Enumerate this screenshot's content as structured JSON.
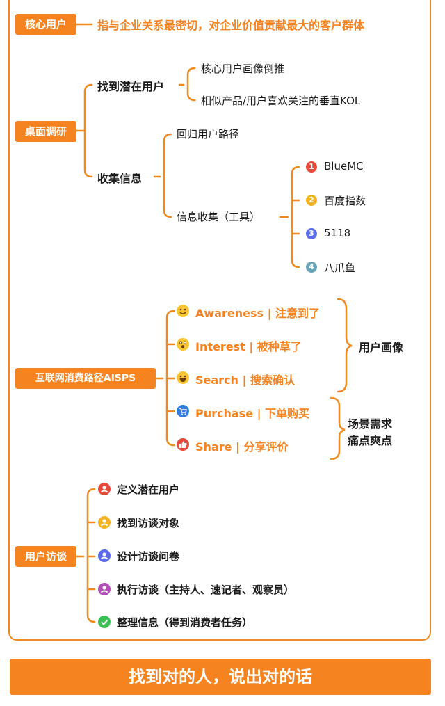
{
  "core": {
    "tag": "核心用户",
    "definition": "指与企业关系最密切，对企业价值贡献最大的客户群体"
  },
  "desk": {
    "tag": "桌面调研",
    "find": {
      "label": "找到潜在用户",
      "items": [
        "核心用户画像倒推",
        "相似产品/用户喜欢关注的垂直KOL"
      ]
    },
    "collect": {
      "label": "收集信息",
      "path": "回归用户路径",
      "tools_label": "信息收集（工具）",
      "tools": [
        {
          "num": "1",
          "name": "BlueMC",
          "color": "#e64a3b"
        },
        {
          "num": "2",
          "name": "百度指数",
          "color": "#f5b324"
        },
        {
          "num": "3",
          "name": "5118",
          "color": "#5b6be8"
        },
        {
          "num": "4",
          "name": "八爪鱼",
          "color": "#6aa6b8"
        }
      ]
    }
  },
  "aisps": {
    "tag": "互联网消费路径AISPS",
    "stages": [
      {
        "en": "Awareness",
        "sep": "|",
        "cn": "注意到了",
        "icon": "smile-icon"
      },
      {
        "en": "Interest",
        "sep": "|",
        "cn": "被种草了",
        "icon": "surprised-icon"
      },
      {
        "en": "Search",
        "sep": "|",
        "cn": "搜索确认",
        "icon": "grin-icon"
      },
      {
        "en": "Purchase",
        "sep": "|",
        "cn": "下单购买",
        "icon": "cart-icon"
      },
      {
        "en": "Share",
        "sep": "|",
        "cn": "分享评价",
        "icon": "thumbs-up-icon"
      }
    ],
    "group1": "用户画像",
    "group2_line1": "场景需求",
    "group2_line2": "痛点爽点"
  },
  "interview": {
    "tag": "用户访谈",
    "steps": [
      {
        "text": "定义潜在用户",
        "color": "#e64a3b",
        "icon": "user-icon"
      },
      {
        "text": "找到访谈对象",
        "color": "#f5b324",
        "icon": "user-icon"
      },
      {
        "text": "设计访谈问卷",
        "color": "#5b6be8",
        "icon": "user-icon"
      },
      {
        "text": "执行访谈（主持人、速记者、观察员）",
        "color": "#b04fb6",
        "icon": "user-icon"
      },
      {
        "text": "整理信息（得到消费者任务）",
        "color": "#3cbf55",
        "icon": "check-icon"
      }
    ]
  },
  "banner": "找到对的人，说出对的话",
  "colors": {
    "accent": "#f58320"
  }
}
